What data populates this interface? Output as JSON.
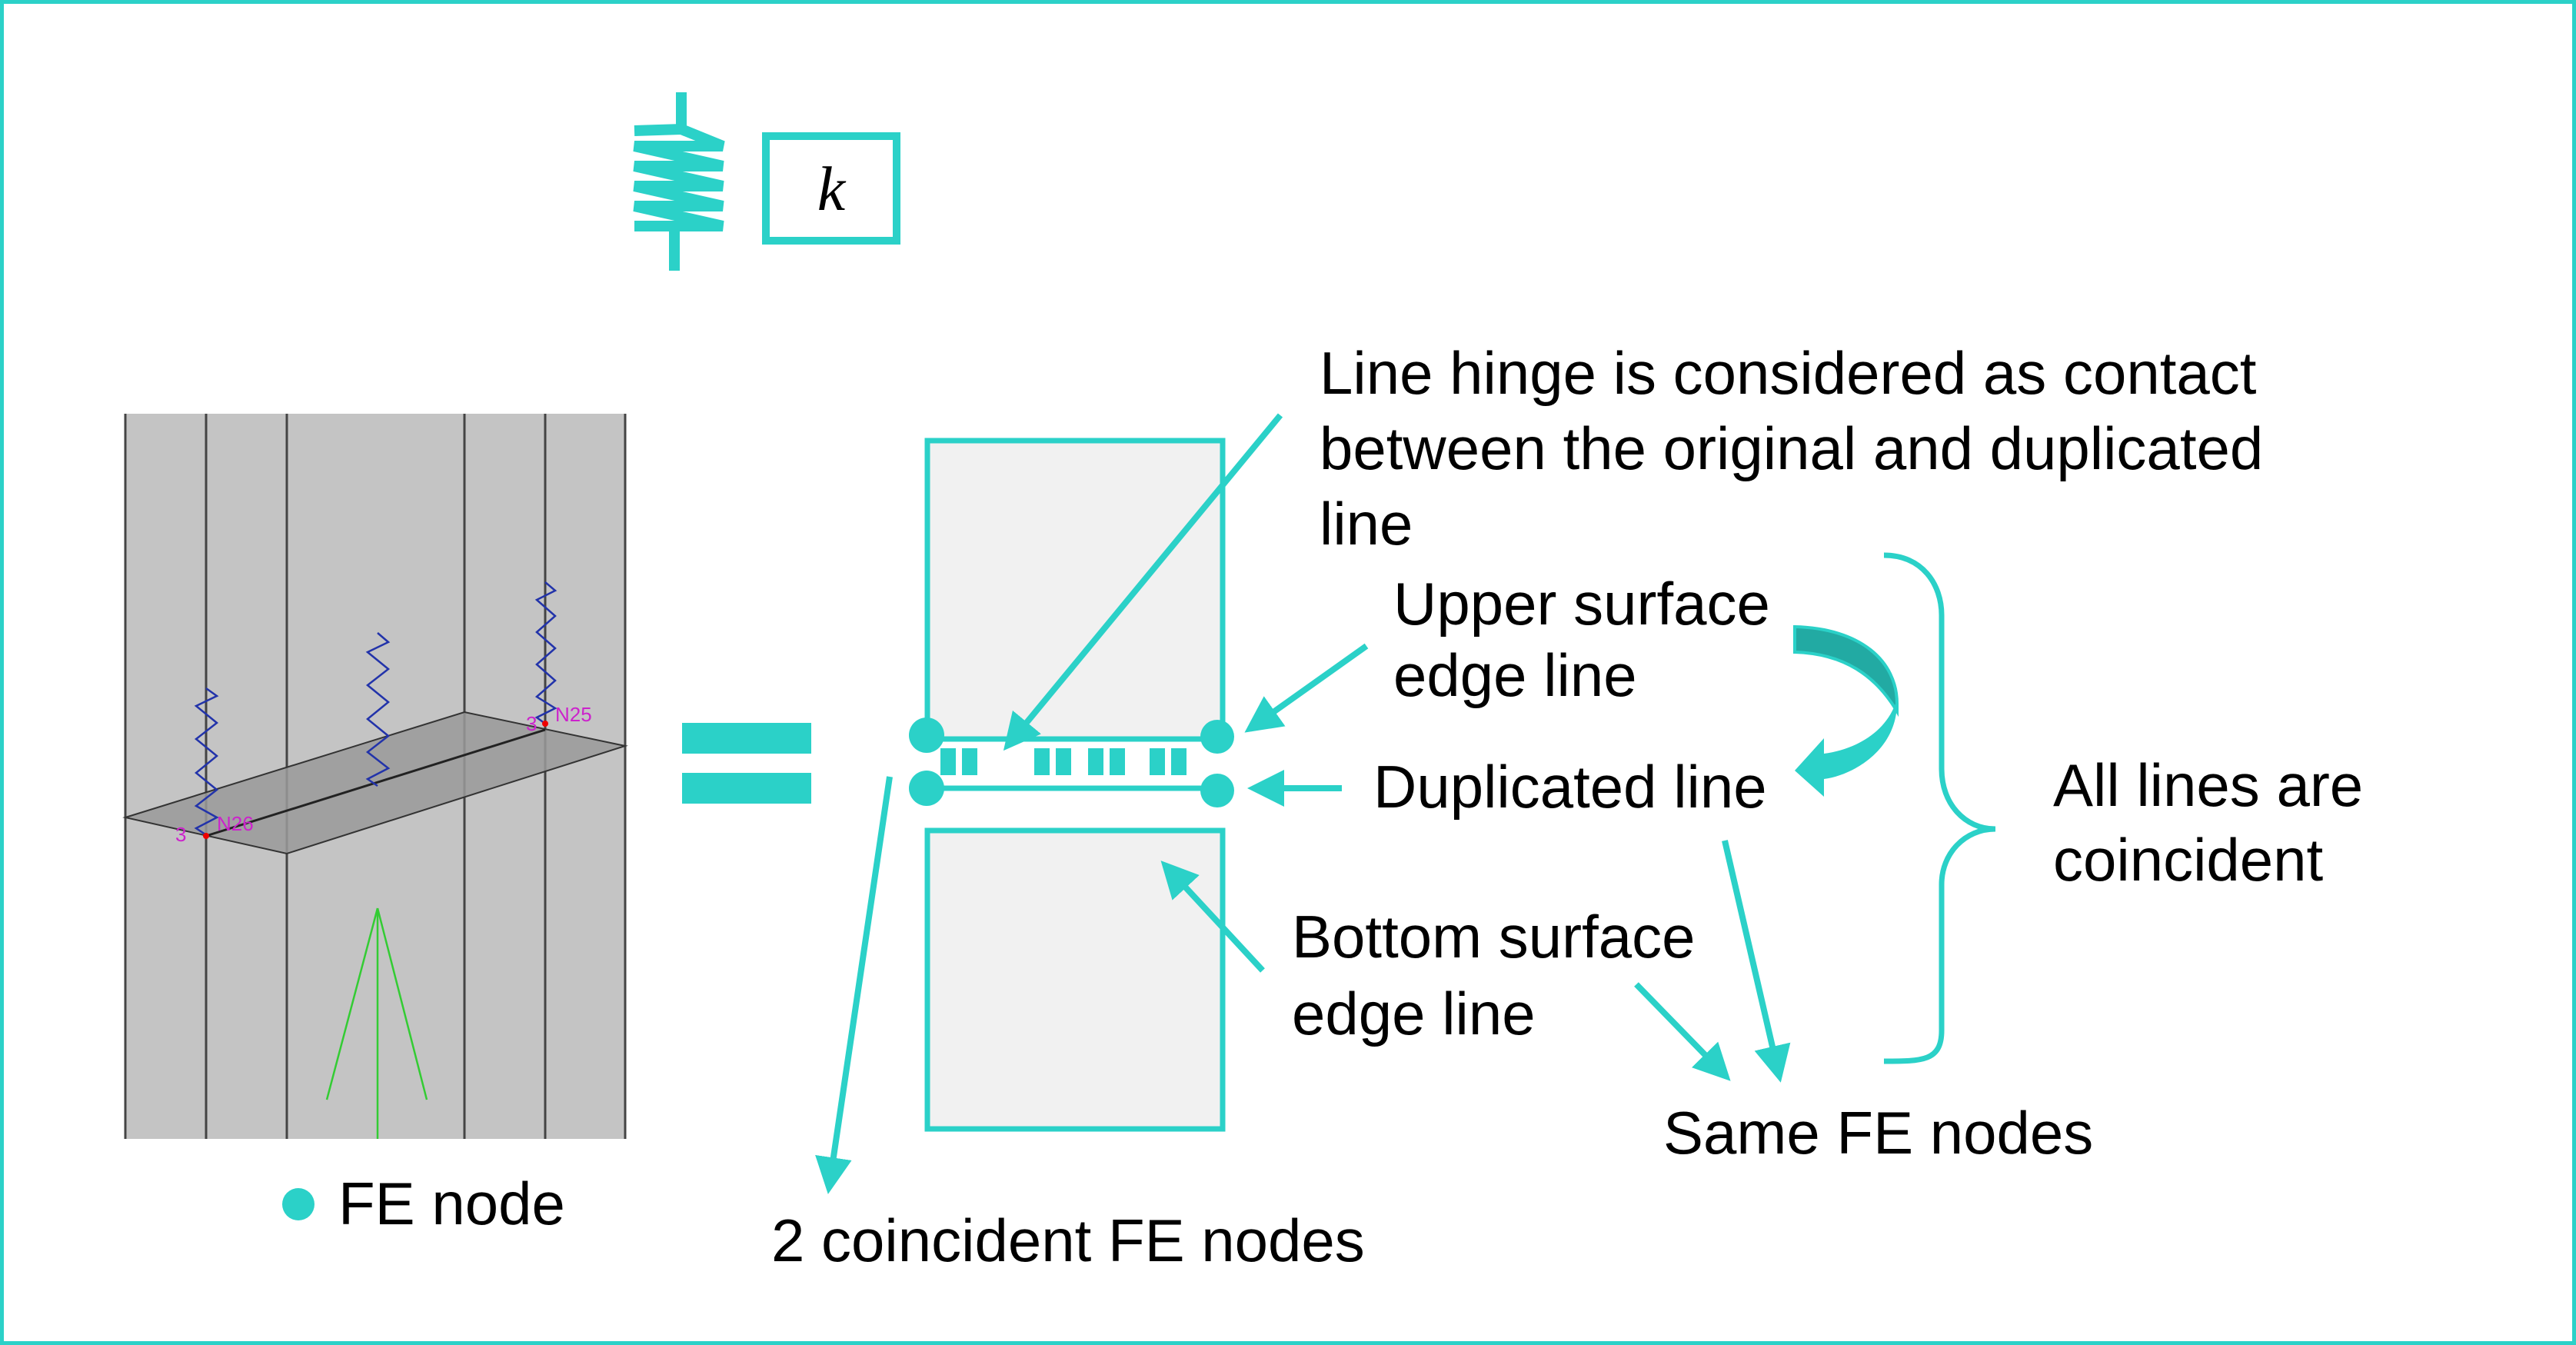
{
  "colors": {
    "accent": "#2bd1c8",
    "accent_dark": "#22aaa3",
    "panel_fill": "#f1f1f1",
    "model_bg": "#c4c4c4",
    "model_plate": "#9a9a9a",
    "spring_blue": "#2233aa",
    "node_label_magenta": "#cc22cc",
    "axis_green": "#33cc33"
  },
  "spring_symbol": {
    "icon": "spring-icon",
    "stiffness_label": "k"
  },
  "model_view": {
    "node_labels": [
      "N25",
      "N26"
    ],
    "node_tags": [
      "3",
      "3"
    ]
  },
  "equals_icon": "equals-icon",
  "legend": {
    "icon": "fe-node-dot-icon",
    "label": "FE node"
  },
  "annotations": {
    "line_hinge": [
      "Line hinge is considered as contact",
      "between the original and duplicated",
      "line"
    ],
    "upper_surface": [
      "Upper surface",
      "edge line"
    ],
    "duplicated": [
      "Duplicated line"
    ],
    "bottom_surface": [
      "Bottom surface",
      "edge line"
    ],
    "all_lines": [
      "All lines are",
      "coincident"
    ],
    "same_nodes": "Same FE nodes",
    "coincident_nodes": "2 coincident FE nodes"
  }
}
